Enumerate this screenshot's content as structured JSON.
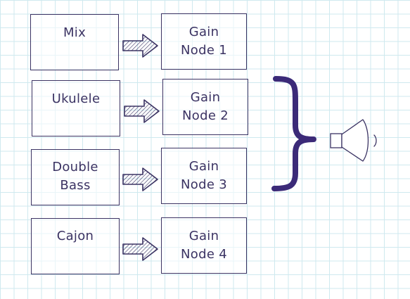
{
  "sources": [
    {
      "line1": "Mix",
      "line2": ""
    },
    {
      "line1": "Ukulele",
      "line2": ""
    },
    {
      "line1": "Double",
      "line2": "Bass"
    },
    {
      "line1": "Cajon",
      "line2": ""
    }
  ],
  "gain_nodes": [
    {
      "line1": "Gain",
      "line2": "Node 1"
    },
    {
      "line1": "Gain",
      "line2": "Node 2"
    },
    {
      "line1": "Gain",
      "line2": "Node 3"
    },
    {
      "line1": "Gain",
      "line2": "Node 4"
    }
  ],
  "colors": {
    "ink": "#3b3363",
    "brace": "#3b2a78",
    "grid": "#cfe9ef"
  },
  "icons": [
    "arrow-icon",
    "brace-icon",
    "speaker-icon"
  ]
}
